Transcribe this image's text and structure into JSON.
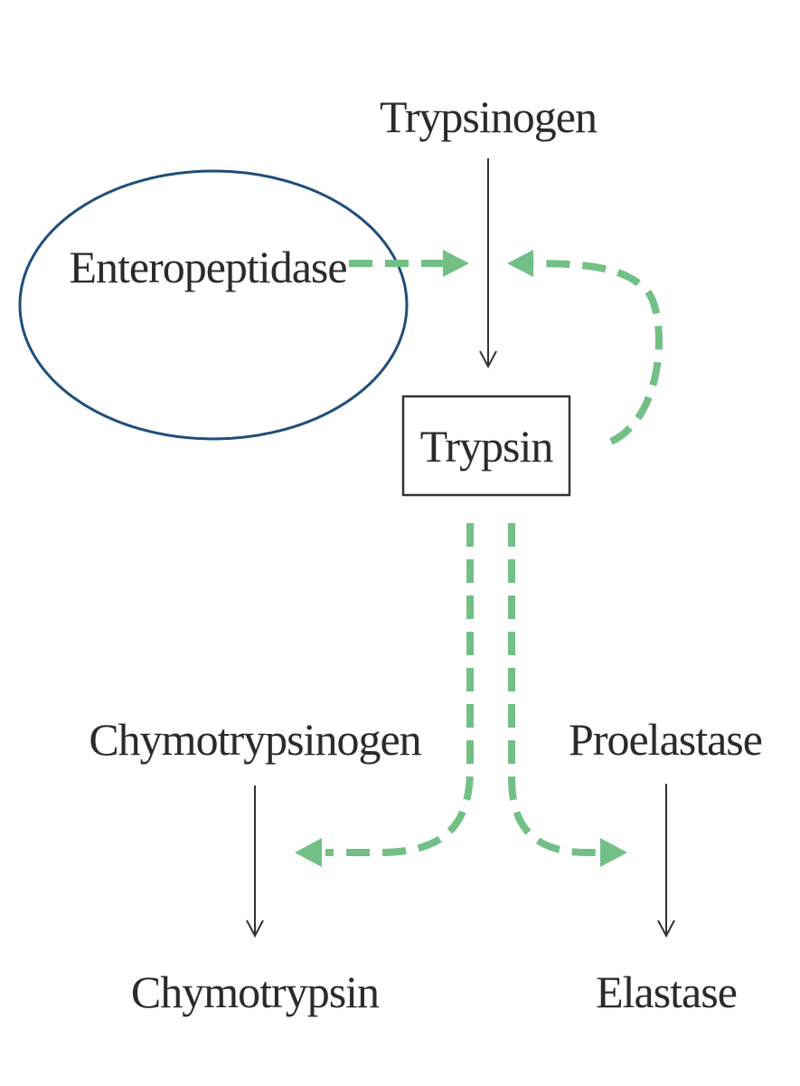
{
  "nodes": {
    "trypsinogen": "Trypsinogen",
    "enteropeptidase": "Enteropeptidase",
    "trypsin": "Trypsin",
    "chymotrypsinogen": "Chymotrypsinogen",
    "proelastase": "Proelastase",
    "chymotrypsin": "Chymotrypsin",
    "elastase": "Elastase"
  },
  "colors": {
    "activation_arrow": "#72c085",
    "conversion_arrow": "#333333",
    "highlight_ellipse": "#1f4e79",
    "trypsin_box_border": "#333333"
  }
}
